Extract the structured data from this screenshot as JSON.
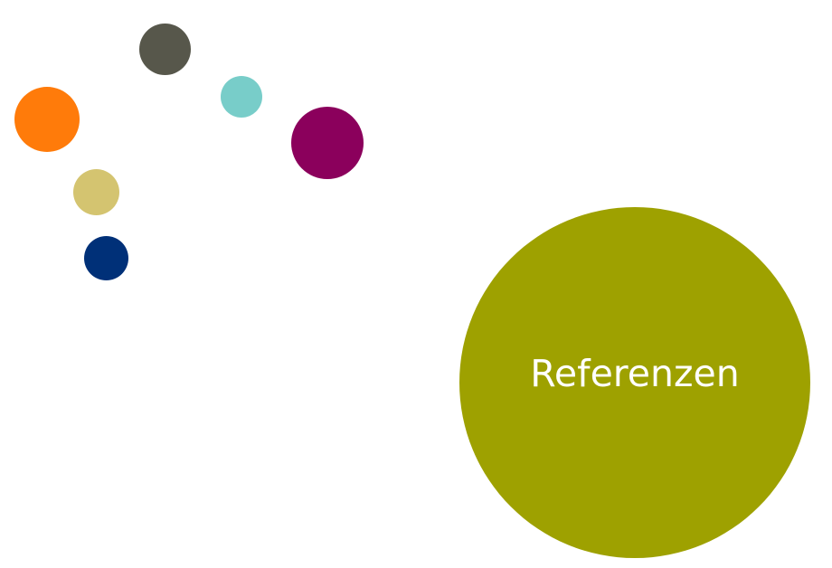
{
  "main_circle": {
    "label": "Referenzen",
    "color": "#9ea100",
    "text_color": "#ffffff"
  },
  "decorative_dots": [
    {
      "name": "gray",
      "color": "#57574b"
    },
    {
      "name": "cyan",
      "color": "#78cdc9"
    },
    {
      "name": "orange",
      "color": "#ff7b0a"
    },
    {
      "name": "purple",
      "color": "#8b005c"
    },
    {
      "name": "khaki",
      "color": "#d4c470"
    },
    {
      "name": "navy",
      "color": "#003078"
    }
  ]
}
